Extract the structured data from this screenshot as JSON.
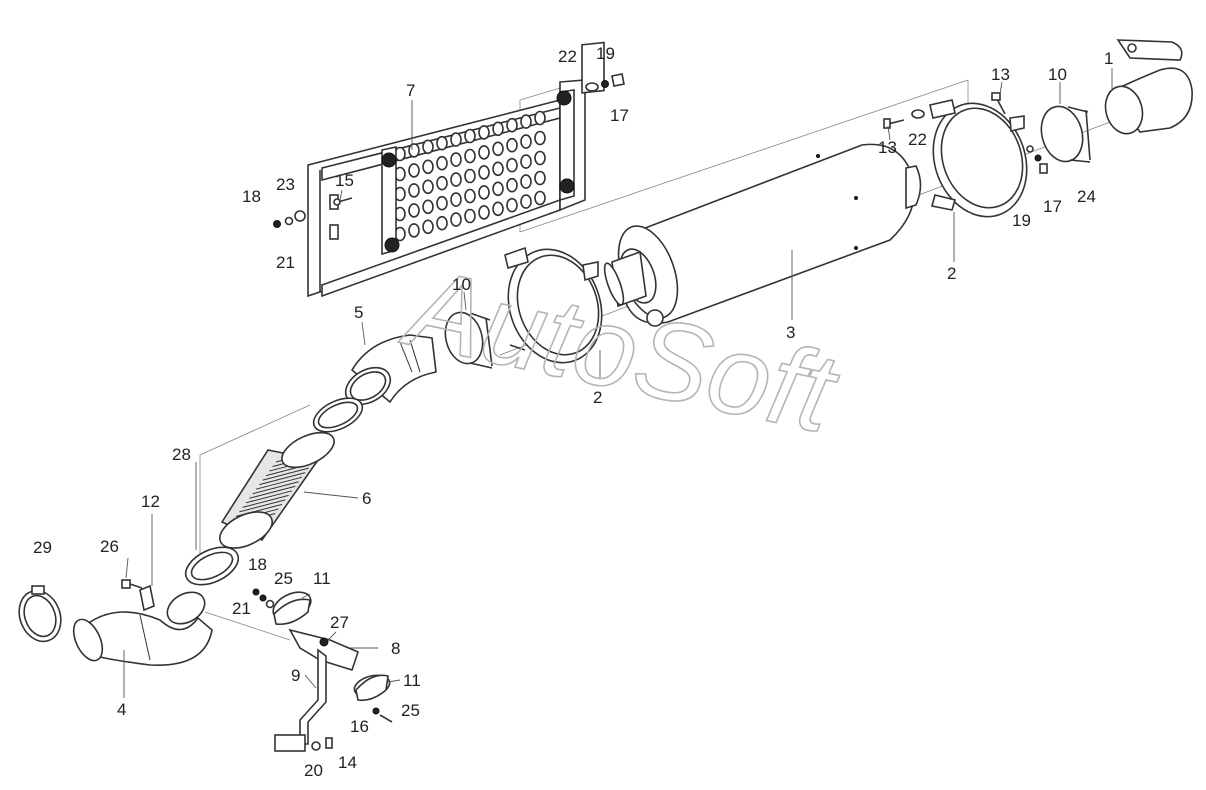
{
  "watermark": "AutoSoft",
  "callouts": [
    {
      "id": "c1",
      "text": "1"
    },
    {
      "id": "c2a",
      "text": "2"
    },
    {
      "id": "c2b",
      "text": "2"
    },
    {
      "id": "c3",
      "text": "3"
    },
    {
      "id": "c4",
      "text": "4"
    },
    {
      "id": "c5",
      "text": "5"
    },
    {
      "id": "c6",
      "text": "6"
    },
    {
      "id": "c7",
      "text": "7"
    },
    {
      "id": "c8",
      "text": "8"
    },
    {
      "id": "c9",
      "text": "9"
    },
    {
      "id": "c10a",
      "text": "10"
    },
    {
      "id": "c10b",
      "text": "10"
    },
    {
      "id": "c11a",
      "text": "11"
    },
    {
      "id": "c11b",
      "text": "11"
    },
    {
      "id": "c12",
      "text": "12"
    },
    {
      "id": "c13a",
      "text": "13"
    },
    {
      "id": "c13b",
      "text": "13"
    },
    {
      "id": "c14",
      "text": "14"
    },
    {
      "id": "c15",
      "text": "15"
    },
    {
      "id": "c16",
      "text": "16"
    },
    {
      "id": "c17a",
      "text": "17"
    },
    {
      "id": "c17b",
      "text": "17"
    },
    {
      "id": "c18a",
      "text": "18"
    },
    {
      "id": "c18b",
      "text": "18"
    },
    {
      "id": "c19a",
      "text": "19"
    },
    {
      "id": "c19b",
      "text": "19"
    },
    {
      "id": "c20",
      "text": "20"
    },
    {
      "id": "c21a",
      "text": "21"
    },
    {
      "id": "c21b",
      "text": "21"
    },
    {
      "id": "c22a",
      "text": "22"
    },
    {
      "id": "c22b",
      "text": "22"
    },
    {
      "id": "c23",
      "text": "23"
    },
    {
      "id": "c24",
      "text": "24"
    },
    {
      "id": "c25a",
      "text": "25"
    },
    {
      "id": "c25b",
      "text": "25"
    },
    {
      "id": "c26",
      "text": "26"
    },
    {
      "id": "c27",
      "text": "27"
    },
    {
      "id": "c28",
      "text": "28"
    },
    {
      "id": "c29",
      "text": "29"
    }
  ]
}
